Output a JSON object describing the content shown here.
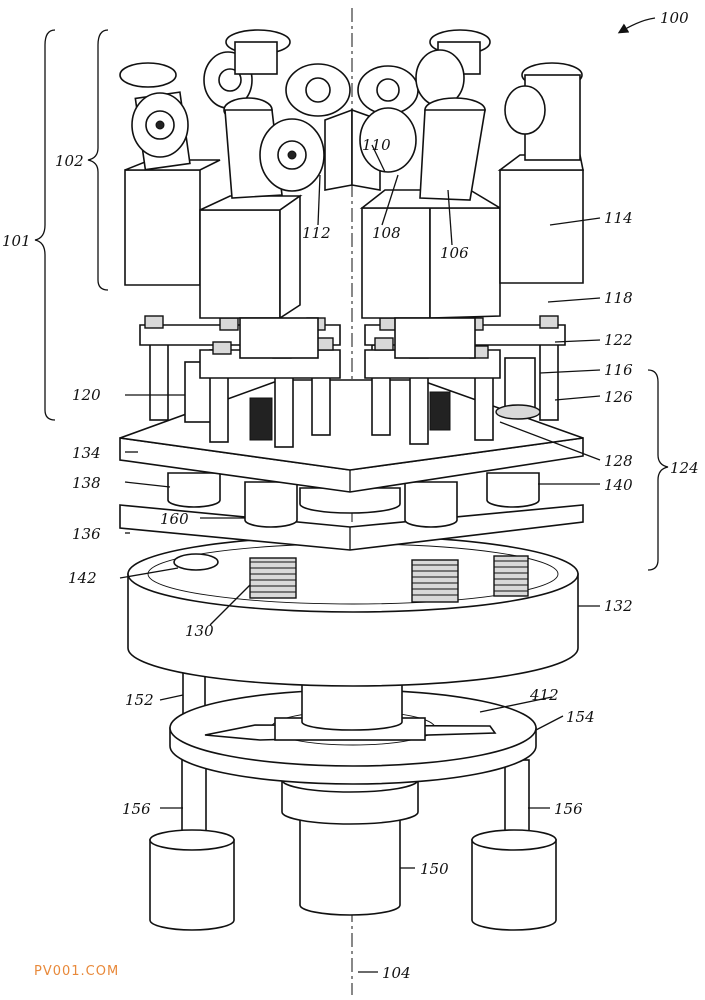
{
  "figure": {
    "reference_labels": [
      "100",
      "101",
      "102",
      "104",
      "106",
      "108",
      "110",
      "112",
      "114",
      "116",
      "118",
      "120",
      "122",
      "124",
      "126",
      "128",
      "130",
      "132",
      "134",
      "136",
      "138",
      "140",
      "142",
      "150",
      "152",
      "154",
      "156",
      "156",
      "160",
      "412"
    ],
    "watermark": "PV001.COM"
  },
  "colors": {
    "line": "#111111",
    "background": "#ffffff",
    "watermark": "#e8893a"
  }
}
